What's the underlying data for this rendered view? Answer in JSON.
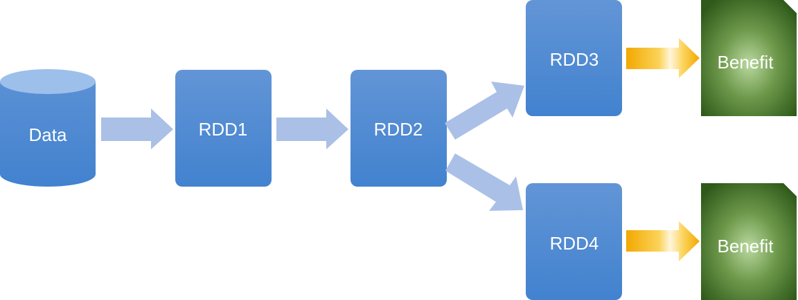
{
  "nodes": {
    "data": "Data",
    "rdd1": "RDD1",
    "rdd2": "RDD2",
    "rdd3": "RDD3",
    "rdd4": "RDD4",
    "benefit_top": "Benefit",
    "benefit_bottom": "Benefit"
  },
  "colors": {
    "node_blue": "#4a86cf",
    "connector_arrow": "#aac0e6",
    "output_arrow": "#f2a800",
    "benefit_green": "#3f6a25"
  }
}
